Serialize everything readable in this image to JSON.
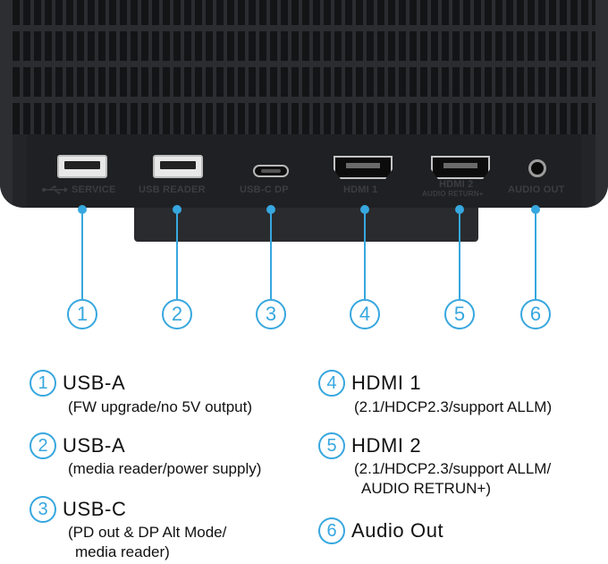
{
  "ports": [
    {
      "id": "1",
      "label": "SERVICE",
      "sublabel": ""
    },
    {
      "id": "2",
      "label": "USB READER",
      "sublabel": ""
    },
    {
      "id": "3",
      "label": "USB-C DP",
      "sublabel": ""
    },
    {
      "id": "4",
      "label": "HDMI 1",
      "sublabel": ""
    },
    {
      "id": "5",
      "label": "HDMI 2",
      "sublabel": "AUDIO RETURN+"
    },
    {
      "id": "6",
      "label": "AUDIO OUT",
      "sublabel": ""
    }
  ],
  "legend": [
    {
      "num": "1",
      "title": "USB-A",
      "detail": [
        "(FW upgrade/no 5V output)"
      ]
    },
    {
      "num": "2",
      "title": "USB-A",
      "detail": [
        "(media reader/power supply)"
      ]
    },
    {
      "num": "3",
      "title": "USB-C",
      "detail": [
        "(PD out & DP Alt Mode/",
        "media reader)"
      ]
    },
    {
      "num": "4",
      "title": "HDMI 1",
      "detail": [
        "(2.1/HDCP2.3/support ALLM)"
      ]
    },
    {
      "num": "5",
      "title": "HDMI 2",
      "detail": [
        "(2.1/HDCP2.3/support ALLM/",
        "AUDIO RETRUN+)"
      ]
    },
    {
      "num": "6",
      "title": "Audio Out",
      "detail": []
    }
  ],
  "colors": {
    "accent": "#37a7df",
    "panel": "#232427"
  }
}
